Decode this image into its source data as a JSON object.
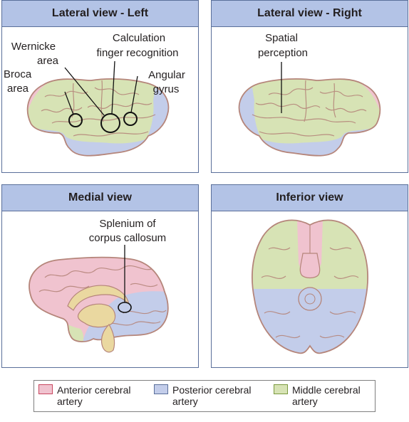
{
  "panels": {
    "lateral_left": {
      "title": "Lateral view - Left",
      "labels": {
        "wernicke_1": "Wernicke",
        "wernicke_2": "area",
        "calc_1": "Calculation",
        "calc_2": "finger recognition",
        "broca_1": "Broca",
        "broca_2": "area",
        "angular_1": "Angular",
        "angular_2": "gyrus"
      }
    },
    "lateral_right": {
      "title": "Lateral view - Right",
      "labels": {
        "spatial_1": "Spatial",
        "spatial_2": "perception"
      }
    },
    "medial": {
      "title": "Medial view",
      "labels": {
        "splenium_1": "Splenium of",
        "splenium_2": "corpus callosum"
      }
    },
    "inferior": {
      "title": "Inferior view"
    }
  },
  "legend": {
    "items": [
      {
        "label_1": "Anterior cerebral",
        "label_2": "artery",
        "color": "#f0c3cf",
        "border": "#c8475f"
      },
      {
        "label_1": "Posterior cerebral",
        "label_2": "artery",
        "color": "#c3cdea",
        "border": "#5a6f9a"
      },
      {
        "label_1": "Middle cerebral",
        "label_2": "artery",
        "color": "#d7e3b5",
        "border": "#7a9a3e"
      }
    ]
  },
  "colors": {
    "anterior": "#f0c3cf",
    "posterior": "#c3cdea",
    "middle": "#d7e3b5",
    "outline": "#b5857a",
    "header": "#b3c3e6"
  }
}
